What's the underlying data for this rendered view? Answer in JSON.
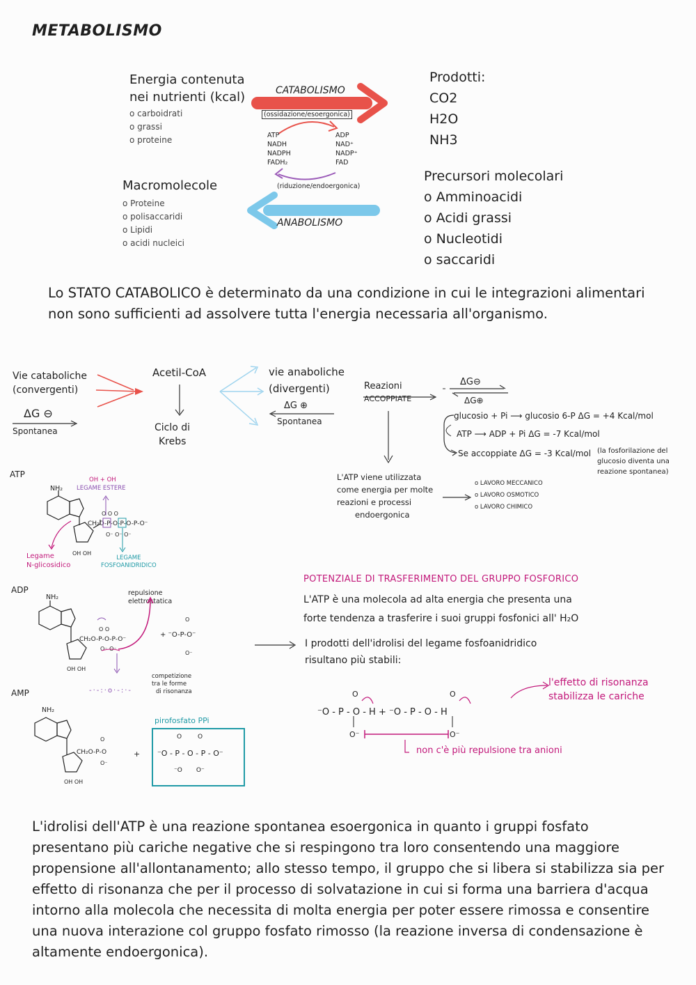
{
  "title": "METABOLISMO",
  "energy": {
    "title_line1": "Energia contenuta",
    "title_line2": "nei nutrienti (kcal)",
    "items": [
      "o carboidrati",
      "o grassi",
      "o proteine"
    ]
  },
  "macro": {
    "title": "Macromolecole",
    "items": [
      "o Proteine",
      "o polisaccaridi",
      "o Lipidi",
      "o acidi nucleici"
    ]
  },
  "catabolism": {
    "label": "CATABOLISMO",
    "sub": "(ossidazione/esoergonica)",
    "left_cofactors": [
      "ATP",
      "NADH",
      "NADPH",
      "FADH₂"
    ],
    "right_cofactors": [
      "ADP",
      "NAD⁺",
      "NADP⁺",
      "FAD"
    ],
    "reduction": "(riduzione/endoergonica)",
    "anabolism": "ANABOLISMO"
  },
  "products": {
    "title": "Prodotti:",
    "items": [
      "CO2",
      "H2O",
      "NH3"
    ]
  },
  "precursors": {
    "title": "Precursori molecolari",
    "items": [
      "o Amminoacidi",
      "o Acidi grassi",
      "o Nucleotidi",
      "o saccaridi"
    ]
  },
  "catabolic_state": {
    "line1": "Lo STATO CATABOLICO è determinato da una condizione in cui le integrazioni alimentari",
    "line2": "non sono sufficienti ad assolvere tutta l'energia necessaria all'organismo."
  },
  "pathways": {
    "vie_cat_1": "Vie cataboliche",
    "vie_cat_2": "(convergenti)",
    "dg_neg": "ΔG ⊖",
    "spontanea": "Spontanea",
    "acetil": "Acetil-CoA",
    "ciclo_1": "Ciclo di",
    "ciclo_2": "Krebs",
    "vie_ana_1": "vie anaboliche",
    "vie_ana_2": "(divergenti)",
    "dg_pos": "ΔG ⊕",
    "spontanea2": "Spontanea",
    "reazioni_1": "Reazioni",
    "reazioni_2": "ACCOPPIATE",
    "dg_eq_top": "ΔG⊖",
    "dg_eq_bot": "ΔG⊕",
    "glucose_1": "glucosio + Pi",
    "glucose_1_res": "glucosio 6-P   ΔG = +4 Kcal/mol",
    "glucose_2": "ATP",
    "glucose_2_res": "ADP + Pi    ΔG = -7 Kcal/mol",
    "glucose_3": "Se accoppiate  ΔG = -3 Kcal/mol",
    "glucose_note_1": "(la fosforilazione del",
    "glucose_note_2": "glucosio diventa una",
    "glucose_note_3": "reazione spontanea)",
    "atp_use_1": "L'ATP viene utilizzata",
    "atp_use_2": "come energia per molte",
    "atp_use_3": "reazioni e processi",
    "atp_use_4": "endoergonica",
    "lavori": [
      "o LAVORO MECCANICO",
      "o LAVORO OSMOTICO",
      "o LAVORO CHIMICO"
    ]
  },
  "molecules": {
    "atp": "ATP",
    "adp": "ADP",
    "amp": "AMP",
    "nh2": "NH₂",
    "ohoh": "OH OH",
    "oh_oh": "OH + OH",
    "legame_estere": "LEGAME ESTERE",
    "legame_n_1": "Legame",
    "legame_n_2": "N-glicosidico",
    "legame_f_1": "LEGAME",
    "legame_f_2": "FOSFOANIDRIDICO",
    "repulsione_1": "repulsione",
    "repulsione_2": "elettrostatica",
    "competizione_1": "competizione",
    "competizione_2": "tra le forme",
    "competizione_3": "di risonanza",
    "pirofosfato": "pirofosfato PPi"
  },
  "transfer": {
    "title": "POTENZIALE DI TRASFERIMENTO DEL GRUPPO FOSFORICO",
    "l1": "L'ATP è una molecola ad alta energia che presenta una",
    "l2": "forte tendenza a trasferire i suoi gruppi fosfonici all' H₂O",
    "l3": "I prodotti dell'idrolisi del legame fosfoanidridico",
    "l4": "risultano più stabili:",
    "reso_1": "l'effetto di risonanza",
    "reso_2": "stabilizza le cariche",
    "no_rep": "non c'è più repulsione tra anioni"
  },
  "final": {
    "lines": [
      "L'idrolisi dell'ATP è una reazione spontanea esoergonica in quanto i gruppi fosfato",
      "presentano più cariche negative che si respingono tra loro consentendo una maggiore",
      "propensione all'allontanamento; allo stesso tempo, il gruppo che si libera si stabilizza sia per",
      "effetto di risonanza che per il processo di solvatazione in cui si forma una barriera d'acqua",
      "intorno alla molecola che necessita di molta energia per poter essere rimossa e consentire",
      "una nuova interazione col gruppo fosfato rimosso (la reazione inversa di condensazione è",
      "altamente endoergonica)."
    ]
  },
  "colors": {
    "red": "#e8524a",
    "blue": "#7cc8ea",
    "pink": "#c2187a",
    "teal": "#1f9aa6"
  }
}
